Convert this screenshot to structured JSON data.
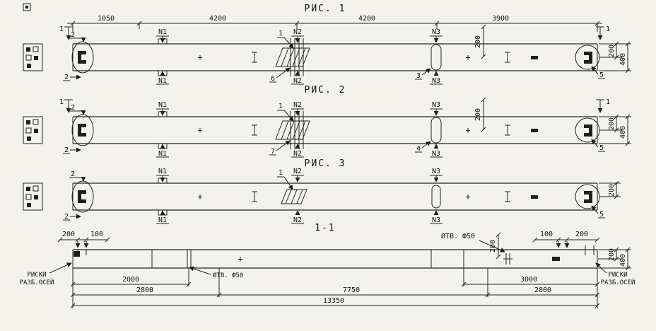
{
  "fig1": {
    "title": "РИС. 1",
    "dims": [
      "1050",
      "4200",
      "4200",
      "3900"
    ],
    "cut": "1",
    "pos_2": "2",
    "n1": "N1",
    "detail_1": "1",
    "n2": "N2",
    "pos_6": "6",
    "n3": "N3",
    "pos_3": "3",
    "dim_200_mid": "200",
    "dim_200": "200",
    "dim_400": "400",
    "pos_5": "5",
    "plus": "+"
  },
  "fig2": {
    "title": "РИС. 2",
    "cut": "1",
    "pos_2": "2",
    "n1": "N1",
    "detail_1": "1",
    "n2": "N2",
    "pos_7": "7",
    "n3": "N3",
    "pos_4": "4",
    "dim_200_mid": "200",
    "dim_200": "200",
    "dim_400": "400",
    "pos_5": "5",
    "plus": "+"
  },
  "fig3": {
    "title": "РИС. 3",
    "pos_2": "2",
    "n1": "N1",
    "detail_1": "1",
    "n2": "N2",
    "n3": "N3",
    "dim_200": "200",
    "pos_5": "5",
    "plus": "+"
  },
  "section": {
    "title": "1-1",
    "dim_200_left": "200",
    "dim_100_left": "100",
    "dim_100_right": "100",
    "dim_200_right": "200",
    "hole_label": "ØТВ. Ф50",
    "dim_200_hole": "200",
    "dim_200_v": "200",
    "dim_400_v": "400",
    "axis_marks_line1": "РИСКИ",
    "axis_marks_line2": "РАЗБ.ОСЕЙ",
    "dim_2000": "2000",
    "dim_3000": "3000",
    "dim_2800": "2800",
    "dim_7750": "7750",
    "dim_13350": "13350",
    "plus": "+"
  }
}
